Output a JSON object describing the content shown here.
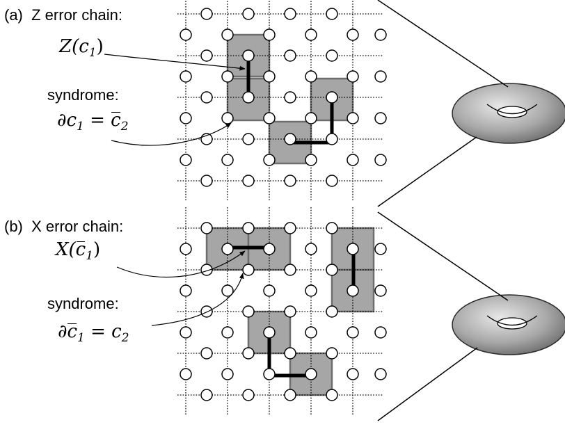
{
  "panel_a": {
    "tag": "(a)",
    "title": "Z error chain:",
    "chain_label": {
      "pre": "Z(c",
      "sub": "1",
      "post": ")"
    },
    "syndrome_title": "syndrome:",
    "syndrome_eq": {
      "lhs": "∂c",
      "lhs_sub": "1",
      "eq": " = ",
      "rhs": "c",
      "rhs_sub": "2"
    }
  },
  "panel_b": {
    "tag": "(b)",
    "title": "X error chain:",
    "chain_label": {
      "pre": "X(",
      "bar": "c",
      "sub": "1",
      "post": ")"
    },
    "syndrome_title": "syndrome:",
    "syndrome_eq": {
      "lhs": "∂",
      "lhs_bar": "c",
      "lhs_sub": "1",
      "eq": " = ",
      "rhs": "c",
      "rhs_sub": "2"
    }
  },
  "colors": {
    "plaquette_fill": "#a6a6a6",
    "plaquette_edge": "#6e6e6e",
    "chain": "#000000",
    "grid": "#000000",
    "torus_dark": "#6b6b6b",
    "torus_light": "#e0e0e0"
  },
  "icons": [
    "torus-icon-a",
    "torus-icon-b"
  ]
}
